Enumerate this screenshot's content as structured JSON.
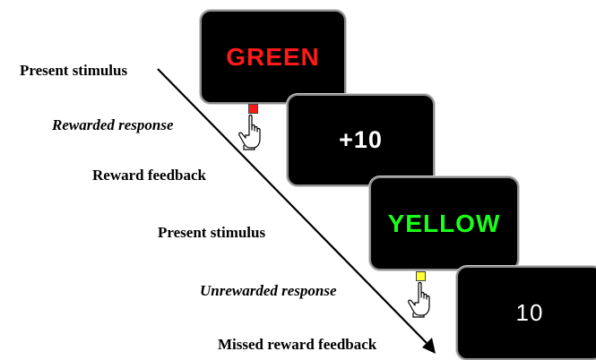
{
  "steps": [
    {
      "label": "Present stimulus",
      "italic": false
    },
    {
      "label": "Rewarded response",
      "italic": true
    },
    {
      "label": "Reward feedback",
      "italic": false
    },
    {
      "label": "Present stimulus",
      "italic": false
    },
    {
      "label": "Unrewarded response",
      "italic": true
    },
    {
      "label": "Missed reward feedback",
      "italic": false
    }
  ],
  "screens": [
    {
      "text": "GREEN",
      "color": "#ff1a1a"
    },
    {
      "text": "+10",
      "color": "#ffffff"
    },
    {
      "text": "YELLOW",
      "color": "#1aff1a"
    },
    {
      "text": "10",
      "color": "#ffffff"
    }
  ],
  "responses": [
    {
      "button_color": "#ff1a1a",
      "icon": "pointing-hand-icon"
    },
    {
      "button_color": "#ffff33",
      "icon": "pointing-hand-icon"
    }
  ],
  "colors": {
    "screen_bg": "#000000",
    "screen_border": "#8c8c8c",
    "arrow": "#000000"
  }
}
